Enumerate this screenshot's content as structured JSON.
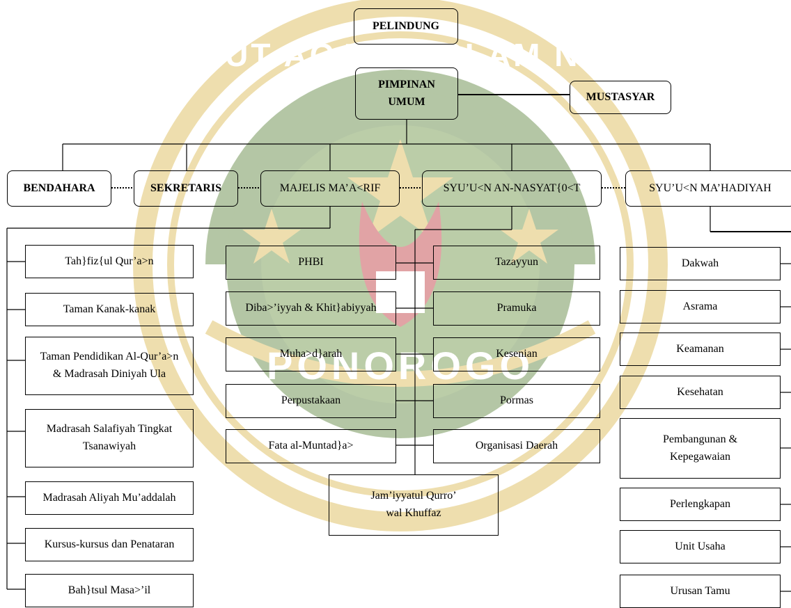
{
  "colors": {
    "line": "#000000",
    "watermark_green": "#4f7a2a",
    "watermark_gold": "#d9b340",
    "watermark_red": "#b8262b"
  },
  "watermark": {
    "ring_text": "INSTITUT AGAMA ISLAM NEGERI",
    "place": "PONOROGO"
  },
  "top": {
    "pelindung": "PELINDUNG",
    "pimpinan": "PIMPINAN\nUMUM",
    "mustasyar": "MUSTASYAR"
  },
  "departments": {
    "bendahara": "BENDAHARA",
    "sekretaris": "SEKRETARIS",
    "majelis": "MAJELIS MA’A<RIF",
    "syuun_nasyat": "SYU’U<N AN-NASYAT{0<T",
    "syuun_mahadiyah": "SYU’U<N MA’HADIYAH"
  },
  "majelis_units": [
    "Tah}fiz{ul Qur’a>n",
    "Taman Kanak-kanak",
    "Taman Pendidikan Al-Qur’a>n\n& Madrasah Diniyah Ula",
    "Madrasah Salafiyah Tingkat\nTsanawiyah",
    "Madrasah Aliyah Mu’addalah",
    "Kursus-kursus dan Penataran",
    "Bah}tsul Masa>’il"
  ],
  "nasyat_left": [
    "PHBI",
    "Diba>’iyyah & Khit}abiyyah",
    "Muha>d}arah",
    "Perpustakaan",
    "Fata al-Muntad}a>"
  ],
  "nasyat_right": [
    "Tazayyun",
    "Pramuka",
    "Kesenian",
    "Pormas",
    "Organisasi Daerah"
  ],
  "nasyat_bottom": "Jam’iyyatul Qurro’\nwal Khuffaz",
  "mahadiyah_units": [
    "Dakwah",
    "Asrama",
    "Keamanan",
    "Kesehatan",
    "Pembangunan &\nKepegawaian",
    "Perlengkapan",
    "Unit Usaha",
    "Urusan Tamu"
  ]
}
